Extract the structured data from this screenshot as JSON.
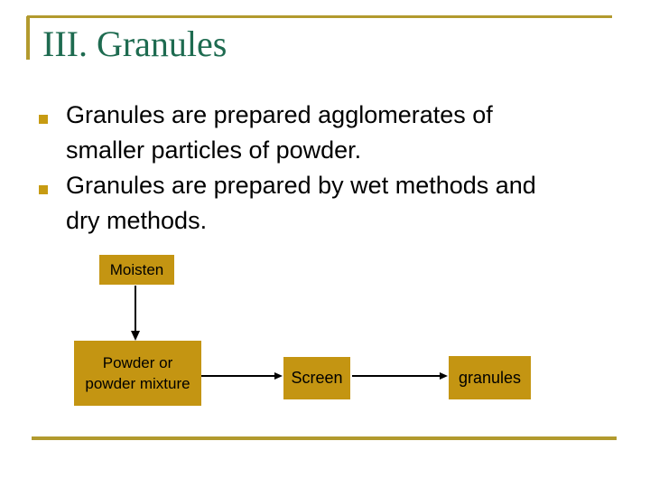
{
  "slide": {
    "title": "III. Granules",
    "bullets": [
      {
        "line1": "Granules are prepared agglomerates of",
        "line2": "smaller particles of powder."
      },
      {
        "line1": "Granules are prepared by wet methods and",
        "line2": "dry methods."
      }
    ]
  },
  "diagram": {
    "moisten_label": "Moisten",
    "powder_line1": "Powder or",
    "powder_line2": "powder mixture",
    "screen_label": "Screen",
    "granules_label": "granules"
  },
  "colors": {
    "accent_rule_gold": "#B29A2E",
    "box_fill_gold": "#C49512",
    "bullet_square_gold": "#C79B12",
    "title_green": "#1E6B50",
    "text_black": "#000000"
  }
}
